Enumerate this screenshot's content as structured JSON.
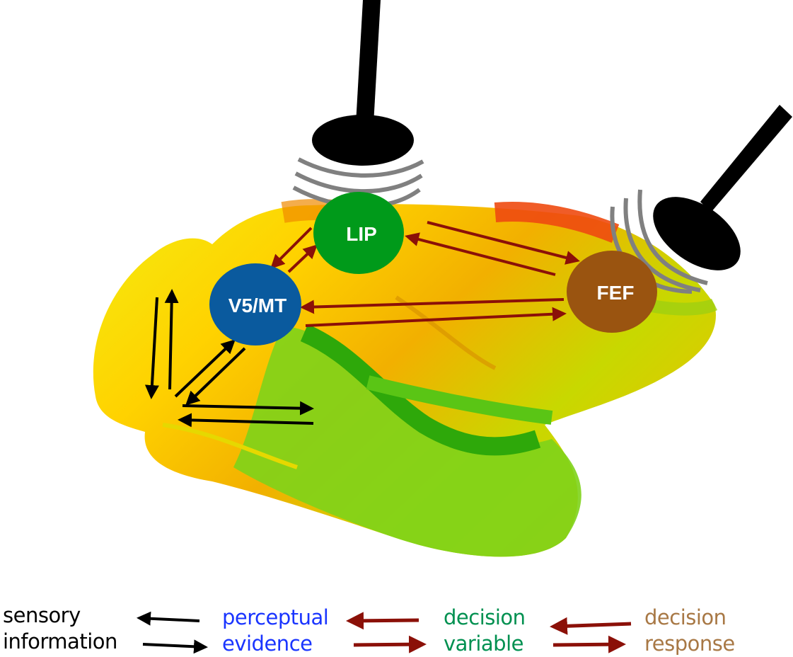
{
  "nodes": {
    "lip": "LIP",
    "v5mt": "V5/MT",
    "fef": "FEF"
  },
  "legend": {
    "sensory": {
      "line1": "sensory",
      "line2": "information",
      "color": "#000000"
    },
    "perceptual": {
      "line1": "perceptual",
      "line2": "evidence",
      "color": "#1a35ff"
    },
    "decision_variable": {
      "line1": "decision",
      "line2": "variable",
      "color": "#009050"
    },
    "decision_response": {
      "line1": "decision",
      "line2": "response",
      "color": "#a87845"
    }
  },
  "colors": {
    "lip": "#009a1a",
    "v5mt": "#0a5a9e",
    "fef": "#9a5410",
    "arrow_red": "#8b1008",
    "arrow_black": "#000000",
    "electrode_waves": "#808080"
  }
}
